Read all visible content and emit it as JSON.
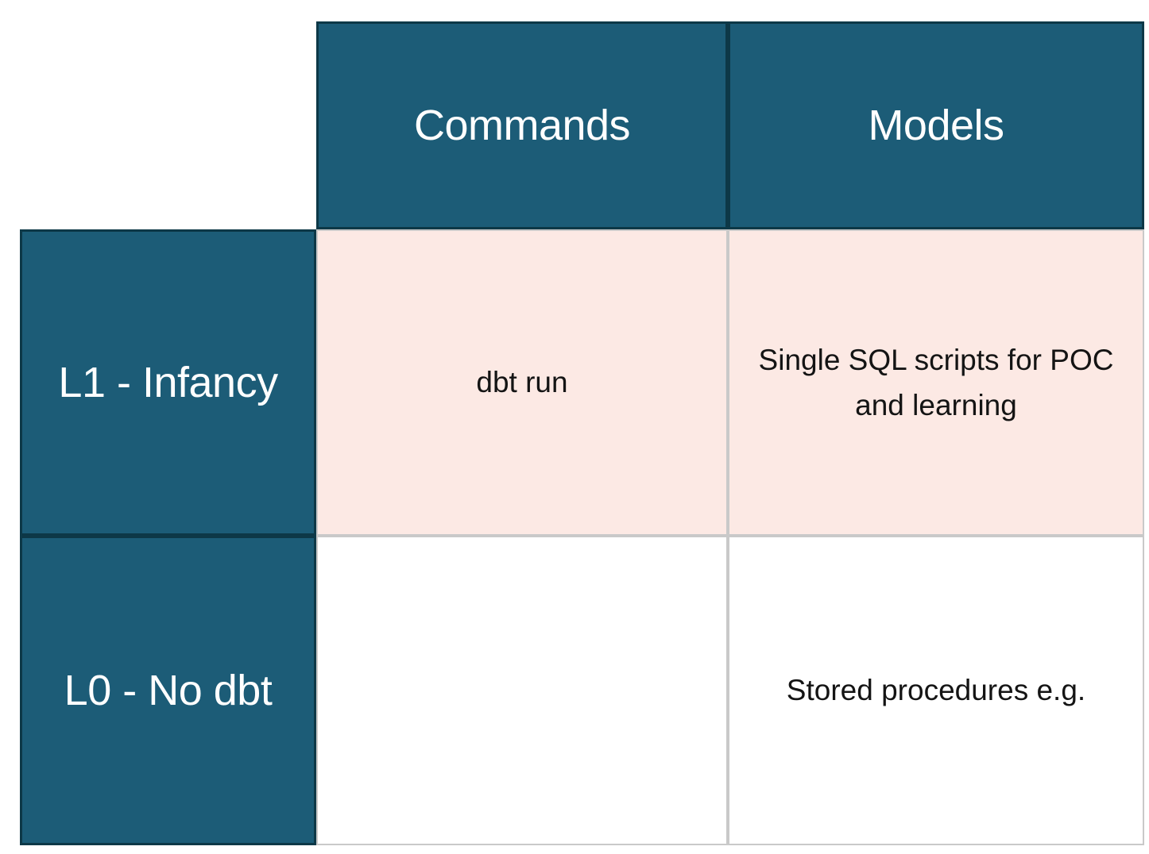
{
  "table": {
    "column_headers": [
      "Commands",
      "Models"
    ],
    "rows": [
      {
        "label": "L1 - Infancy",
        "highlighted": true,
        "cells": [
          "dbt run",
          "Single SQL scripts for POC and learning"
        ]
      },
      {
        "label": "L0 - No dbt",
        "highlighted": false,
        "cells": [
          "",
          "Stored procedures e.g."
        ]
      }
    ]
  },
  "colors": {
    "header-bg": "#1c5c77",
    "header-border": "#0d3847",
    "highlight-bg": "#fce9e4",
    "cell-border": "#c9c9c9",
    "header-text": "#ffffff",
    "body-text": "#141414"
  },
  "chart_data": {
    "type": "table",
    "columns": [
      "",
      "Commands",
      "Models"
    ],
    "rows": [
      [
        "L1 - Infancy",
        "dbt run",
        "Single SQL scripts for POC and learning"
      ],
      [
        "L0 - No dbt",
        "",
        "Stored procedures e.g."
      ]
    ]
  }
}
